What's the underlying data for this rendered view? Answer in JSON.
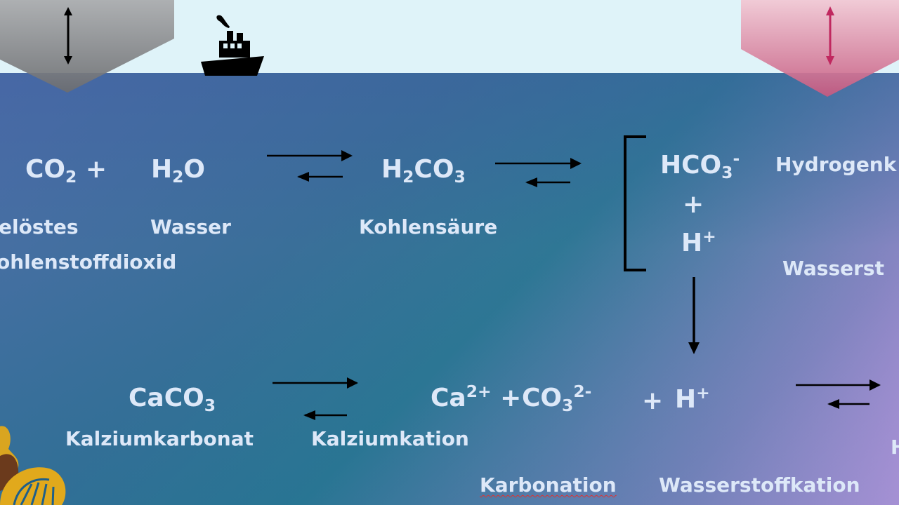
{
  "equation1": {
    "co2": "CO",
    "co2_sub": "2",
    "plus": "+",
    "h2o_a": "H",
    "h2o_sub": "2",
    "h2o_b": "O",
    "h2co3_a": "H",
    "h2co3_sub1": "2",
    "h2co3_b": "CO",
    "h2co3_sub2": "3",
    "hco3": "HCO",
    "hco3_sub": "3",
    "hco3_sup": "-",
    "plus2": "+",
    "h": "H",
    "h_sup": "+"
  },
  "labels1": {
    "co2_line1": "elöstes",
    "co2_line2": "ohlenstoffdioxid",
    "water": "Wasser",
    "carbonic_acid": "Kohlensäure",
    "hydrogen_carbonate": "Hydrogenk",
    "hydrogen_ion": "Wasserst"
  },
  "equation2": {
    "caco3_a": "CaCO",
    "caco3_sub": "3",
    "ca": "Ca",
    "ca_sup": "2+",
    "plus": "+",
    "co3": "CO",
    "co3_sub": "3",
    "co3_sup": "2-",
    "plus2": "+",
    "h": "H",
    "h_sup": "+"
  },
  "labels2": {
    "calcium_carbonate": "Kalziumkarbonat",
    "calcium_cation": "Kalziumkation",
    "carbonation": "Karbonation",
    "hydrogen_cation": "Wasserstoffkation",
    "edge_fragment": "H"
  },
  "colors": {
    "text": "#dde8f8",
    "sky": "#dff3f9",
    "pink_arrow": "#c0285f"
  }
}
